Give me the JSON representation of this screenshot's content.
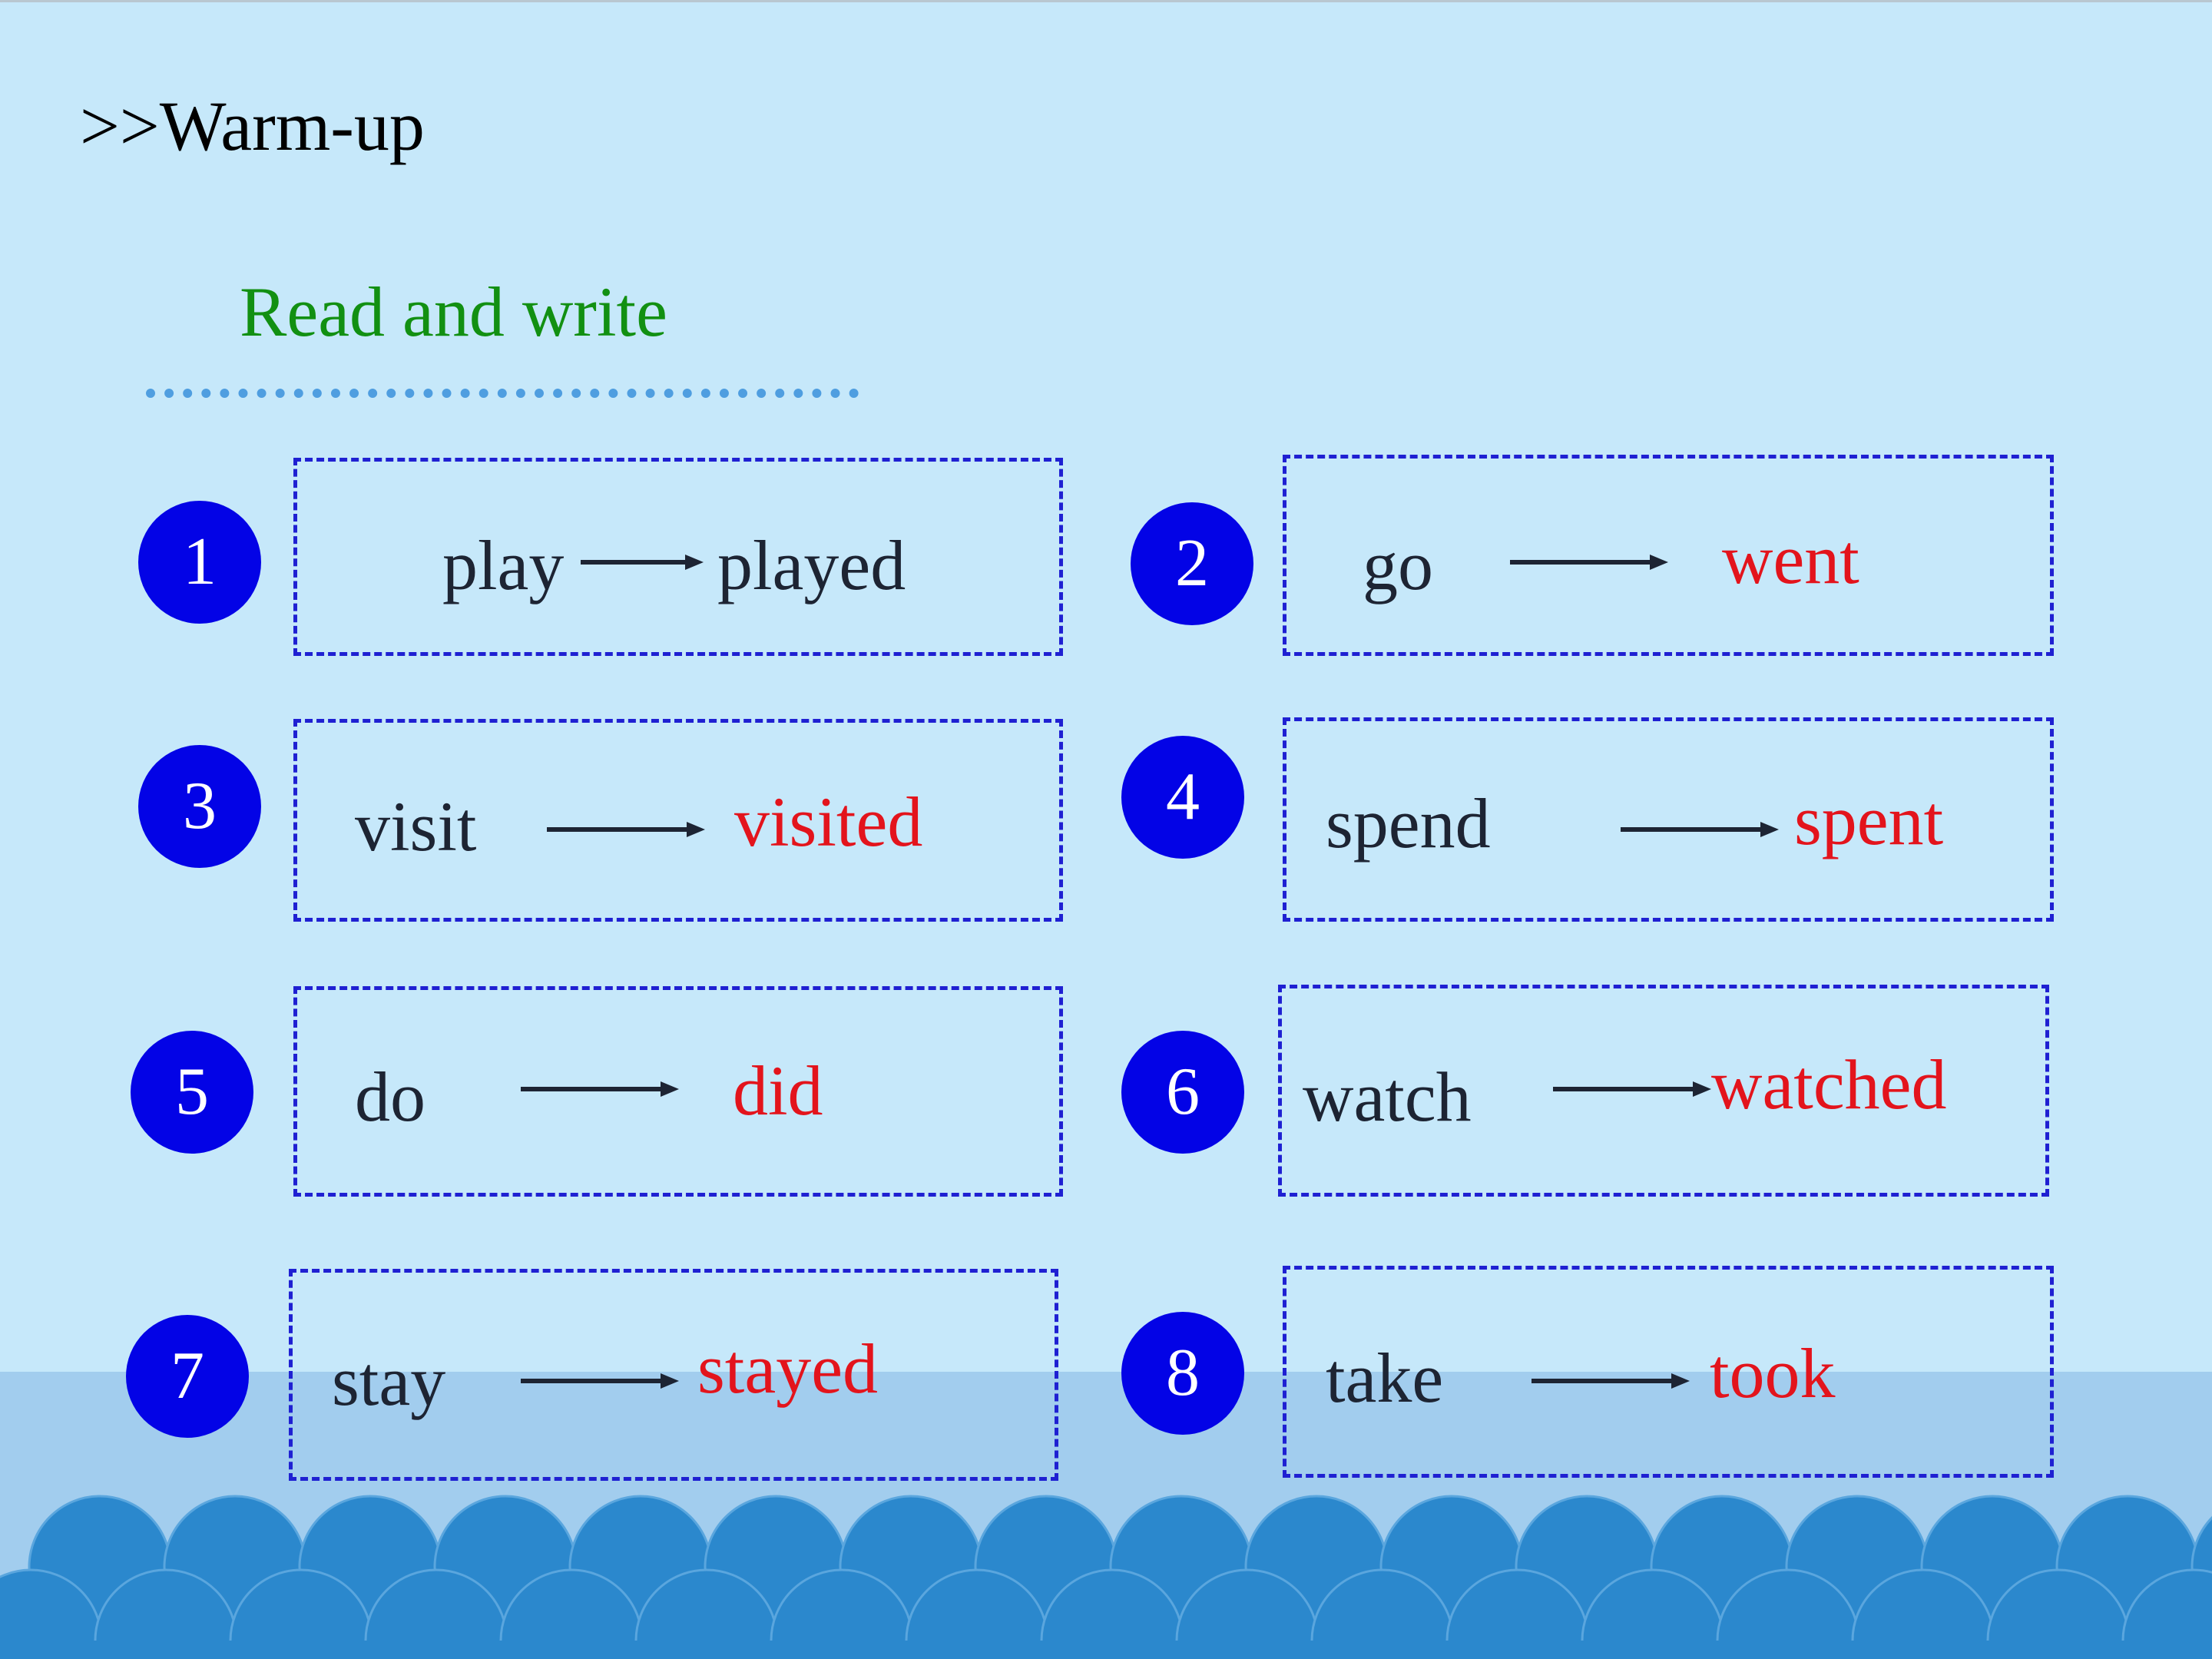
{
  "header": {
    "title": ">>Warm-up",
    "subtitle": "Read and write"
  },
  "colors": {
    "badge": "#0303e6",
    "box_border": "#1f20d2",
    "answer": "#e3141c",
    "word": "#1d2433",
    "subtitle": "#129012",
    "wave": "#2b88cd"
  },
  "items": [
    {
      "num": "1",
      "base": "play",
      "past": "played"
    },
    {
      "num": "2",
      "base": "go",
      "past": "went"
    },
    {
      "num": "3",
      "base": "visit",
      "past": "visited"
    },
    {
      "num": "4",
      "base": "spend",
      "past": "spent"
    },
    {
      "num": "5",
      "base": "do",
      "past": "did"
    },
    {
      "num": "6",
      "base": "watch",
      "past": "watched"
    },
    {
      "num": "7",
      "base": "stay",
      "past": "stayed"
    },
    {
      "num": "8",
      "base": "take",
      "past": "took"
    }
  ]
}
